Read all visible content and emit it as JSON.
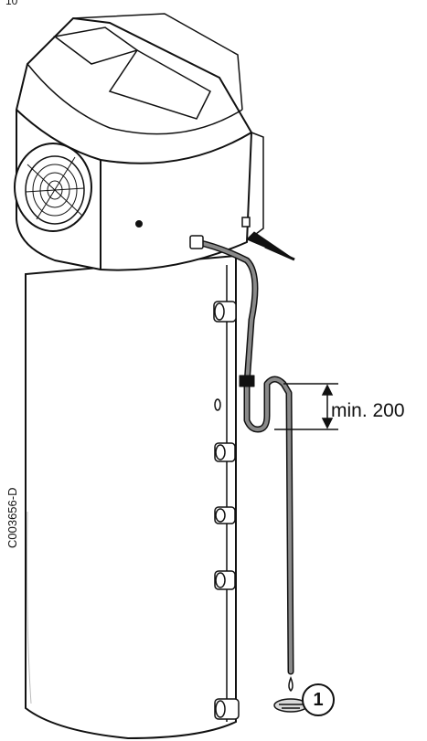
{
  "header": {
    "figure_number_fragment": "10"
  },
  "labels": {
    "min_distance": "min. 200",
    "reference_code": "C003656-D",
    "callout_number": "1"
  },
  "colors": {
    "line": "#111111",
    "hose_fill": "#8a8a8a",
    "shade": "#d9d9d9",
    "fill": "#ffffff"
  }
}
